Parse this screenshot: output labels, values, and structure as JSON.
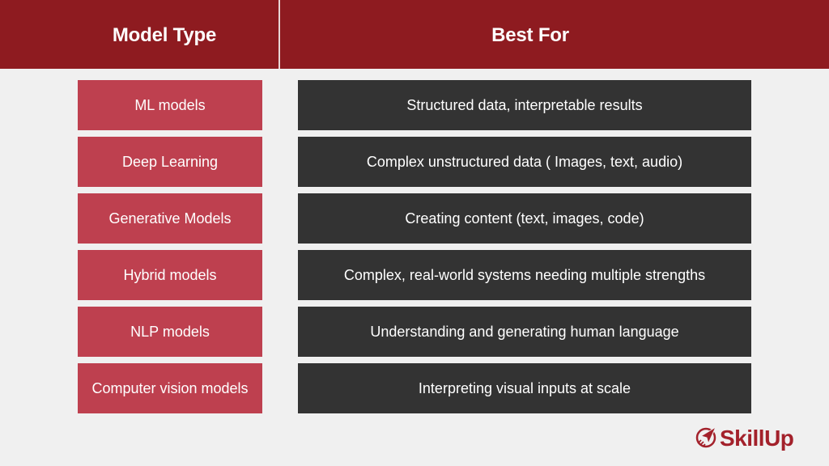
{
  "header": {
    "left_title": "Model Type",
    "right_title": "Best For"
  },
  "rows": [
    {
      "model_type": "ML models",
      "best_for": "Structured data, interpretable results"
    },
    {
      "model_type": "Deep Learning",
      "best_for": "Complex unstructured data ( Images, text, audio)"
    },
    {
      "model_type": "Generative Models",
      "best_for": "Creating content (text, images, code)"
    },
    {
      "model_type": "Hybrid models",
      "best_for": "Complex, real-world systems needing multiple strengths"
    },
    {
      "model_type": "NLP models",
      "best_for": "Understanding and generating human language"
    },
    {
      "model_type": "Computer vision models",
      "best_for": "Interpreting visual inputs at scale"
    }
  ],
  "logo": {
    "text": "SkillUp",
    "icon": "rocket-circle-icon"
  },
  "colors": {
    "header": "#8e1b20",
    "type_cell": "#be404f",
    "best_cell": "#333333",
    "background": "#f0f0f0",
    "logo": "#a3212b"
  }
}
